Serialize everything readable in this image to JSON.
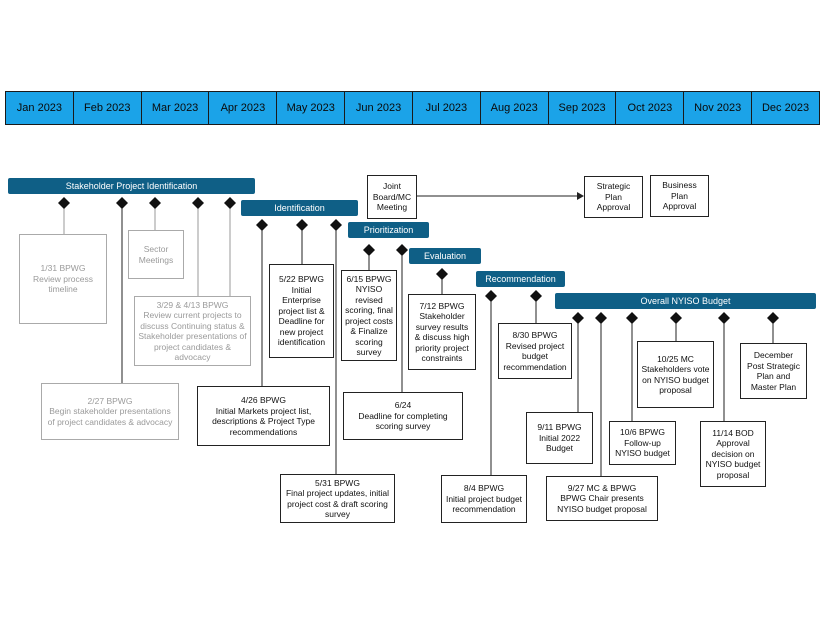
{
  "months": [
    "Jan 2023",
    "Feb 2023",
    "Mar 2023",
    "Apr 2023",
    "May 2023",
    "Jun 2023",
    "Jul 2023",
    "Aug 2023",
    "Sep 2023",
    "Oct 2023",
    "Nov 2023",
    "Dec 2023"
  ],
  "phases": {
    "stakeholder": "Stakeholder Project Identification",
    "identification": "Identification",
    "prioritization": "Prioritization",
    "evaluation": "Evaluation",
    "recommendation": "Recommendation",
    "budget": "Overall NYISO Budget"
  },
  "boxes": {
    "b_0131": "1/31 BPWG\nReview process timeline",
    "b_sector": "Sector\nMeetings",
    "b_0329": "3/29 & 4/13  BPWG\nReview current projects to discuss Continuing status & Stakeholder presentations of project candidates & advocacy",
    "b_0227": "2/27 BPWG\nBegin stakeholder presentations of project candidates & advocacy",
    "b_0426": "4/26 BPWG\nInitial Markets project list, descriptions & Project Type recommendations",
    "b_0522": "5/22 BPWG\nInitial Enterprise project list & Deadline for new project identification",
    "b_0531": "5/31 BPWG\nFinal project updates, initial project cost & draft scoring survey",
    "b_0615": "6/15 BPWG\nNYISO revised scoring, final project costs & Finalize scoring survey",
    "b_0624": "6/24\nDeadline for completing scoring survey",
    "b_joint": "Joint Board/MC Meeting",
    "b_strategic": "Strategic Plan Approval",
    "b_business": "Business Plan Approval",
    "b_0712": "7/12 BPWG\nStakeholder survey results & discuss high priority project constraints",
    "b_0804": "8/4 BPWG\nInitial project budget recommendation",
    "b_0830": "8/30 BPWG\nRevised project budget recommendation",
    "b_0911": "9/11 BPWG\nInitial 2022 Budget",
    "b_0927": "9/27 MC & BPWG\nBPWG Chair presents NYISO budget proposal",
    "b_1006": "10/6 BPWG\nFollow-up NYISO budget",
    "b_1025": "10/25 MC\nStakeholders vote on NYISO budget proposal",
    "b_1114": "11/14 BOD\nApproval decision on NYISO budget proposal",
    "b_december": "December\nPost Strategic Plan and Master Plan"
  },
  "colors": {
    "month_bar": "#1ba3e8",
    "phase_bar": "#0f5f86",
    "gray_text": "#9a9a9a"
  }
}
